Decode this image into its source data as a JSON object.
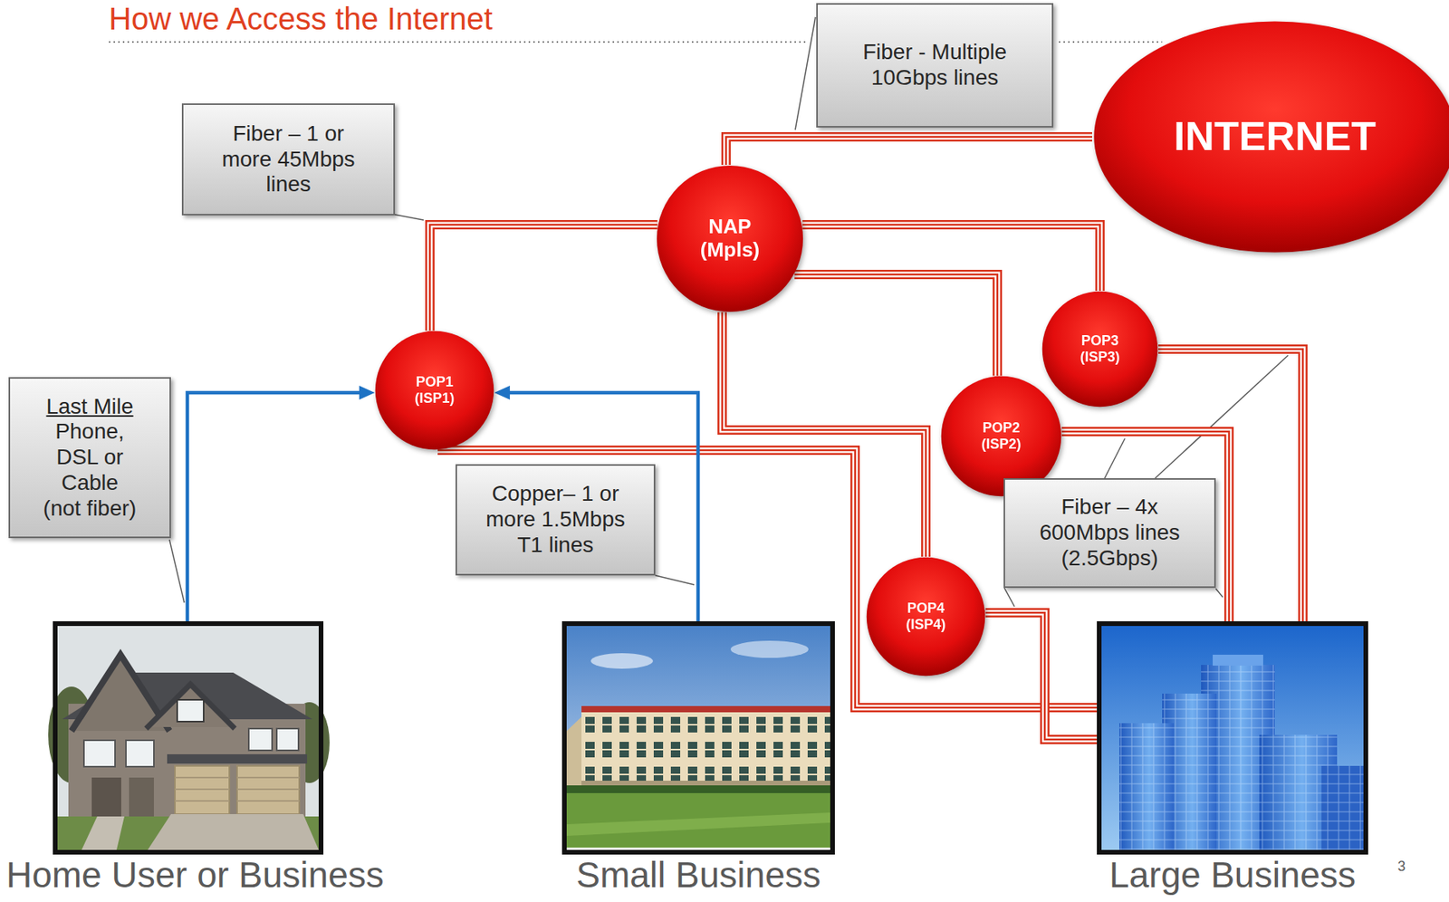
{
  "diagram": {
    "title": "How we Access the Internet",
    "nodes": [
      {
        "text": [
          "Fiber - Multiple 10Gbps lines"
        ]
      },
      {
        "text": [
          "INTERNET"
        ]
      },
      {
        "text": [
          "Fiber – 1 or more 45Mbps lines"
        ]
      },
      {
        "text": [
          "NAP (Mpls)"
        ]
      },
      {
        "text": [
          "POP3 (ISP3)"
        ]
      },
      {
        "text": [
          "Last Mile",
          "Phone, DSL or Cable (not fiber)"
        ]
      },
      {
        "text": [
          "POP1 (ISP1)"
        ]
      },
      {
        "text": [
          "POP2 (ISP2)"
        ]
      },
      {
        "text": [
          "Copper– 1 or more 1.5Mbps T1 lines"
        ]
      },
      {
        "text": [
          "Fiber – 4x 600Mbps lines (2.5Gbps)"
        ]
      },
      {
        "text": [
          "POP4 (ISP4)"
        ]
      },
      {
        "text": [
          "Home User or Business"
        ]
      },
      {
        "text": [
          "Small Business"
        ]
      },
      {
        "text": [
          "Large Business"
        ]
      }
    ],
    "edges": [
      {
        "from": 3,
        "to": 1,
        "arrow": "none"
      },
      {
        "from": 3,
        "to": 6,
        "arrow": "none"
      },
      {
        "from": 3,
        "to": 4,
        "arrow": "none"
      },
      {
        "from": 3,
        "to": 7,
        "arrow": "none"
      },
      {
        "from": 3,
        "to": 10,
        "arrow": "none"
      },
      {
        "from": 6,
        "to": 13,
        "arrow": "none"
      },
      {
        "from": 7,
        "to": 13,
        "arrow": "none"
      },
      {
        "from": 4,
        "to": 13,
        "arrow": "none"
      },
      {
        "from": 10,
        "to": 13,
        "arrow": "none"
      },
      {
        "from": 11,
        "to": 6,
        "arrow": "to"
      },
      {
        "from": 12,
        "to": 6,
        "arrow": "to"
      }
    ],
    "labels": [
      "3"
    ]
  }
}
